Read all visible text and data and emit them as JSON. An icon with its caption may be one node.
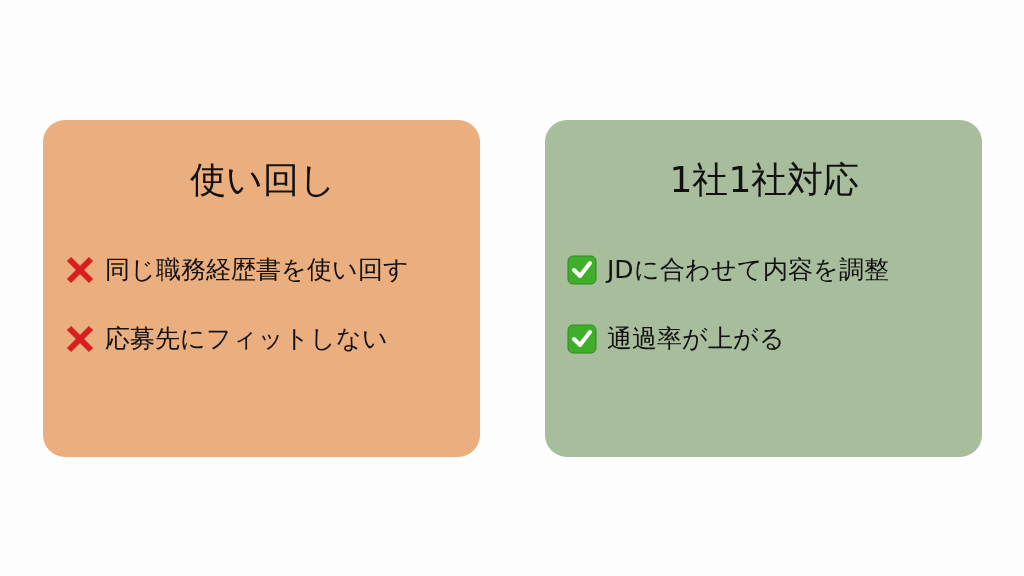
{
  "diagram": {
    "nodes": [
      {
        "text": [
          "使い回し",
          "同じ職務経歴書を使い回す",
          "応募先にフィットしない"
        ]
      },
      {
        "text": [
          "1社1社対応",
          "JDに合わせて内容を調整",
          "通過率が上がる"
        ]
      }
    ]
  }
}
